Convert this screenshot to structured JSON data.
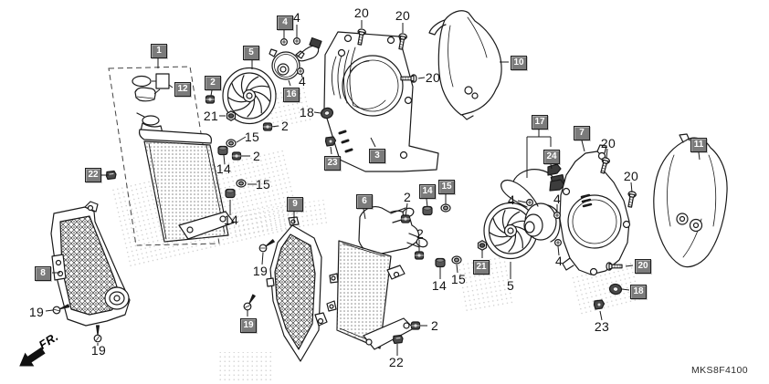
{
  "diagram": {
    "code": "MKS8F4100",
    "fr_label": "FR."
  },
  "callouts": {
    "boxed": [
      {
        "n": "1"
      },
      {
        "n": "12"
      },
      {
        "n": "2"
      },
      {
        "n": "22"
      },
      {
        "n": "8"
      },
      {
        "n": "5"
      },
      {
        "n": "16"
      },
      {
        "n": "4"
      },
      {
        "n": "23"
      },
      {
        "n": "3"
      },
      {
        "n": "10"
      },
      {
        "n": "6"
      },
      {
        "n": "9"
      },
      {
        "n": "19"
      },
      {
        "n": "14"
      },
      {
        "n": "15"
      },
      {
        "n": "21"
      },
      {
        "n": "17"
      },
      {
        "n": "24"
      },
      {
        "n": "7"
      },
      {
        "n": "11"
      },
      {
        "n": "20"
      },
      {
        "n": "18"
      }
    ],
    "plain": [
      {
        "n": "4"
      },
      {
        "n": "20"
      },
      {
        "n": "20"
      },
      {
        "n": "20"
      },
      {
        "n": "21"
      },
      {
        "n": "18"
      },
      {
        "n": "2"
      },
      {
        "n": "15"
      },
      {
        "n": "2"
      },
      {
        "n": "14"
      },
      {
        "n": "15"
      },
      {
        "n": "14"
      },
      {
        "n": "2"
      },
      {
        "n": "2"
      },
      {
        "n": "14"
      },
      {
        "n": "15"
      },
      {
        "n": "2"
      },
      {
        "n": "22"
      },
      {
        "n": "4"
      },
      {
        "n": "4"
      },
      {
        "n": "4"
      },
      {
        "n": "4"
      },
      {
        "n": "20"
      },
      {
        "n": "20"
      },
      {
        "n": "23"
      },
      {
        "n": "5"
      },
      {
        "n": "19"
      },
      {
        "n": "19"
      },
      {
        "n": "19"
      }
    ]
  },
  "colors": {
    "line_art": "#1a1a1a",
    "callout_box_bg": "#7b7b7b",
    "callout_box_text": "#ffffff",
    "background": "#ffffff"
  }
}
